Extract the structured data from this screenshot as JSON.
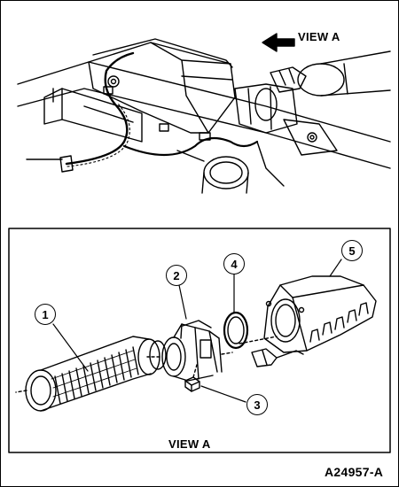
{
  "overview": {
    "view_label": "VIEW A"
  },
  "detail": {
    "view_label": "VIEW A",
    "callouts": [
      "1",
      "2",
      "3",
      "4",
      "5"
    ]
  },
  "figure_code": "A24957-A"
}
